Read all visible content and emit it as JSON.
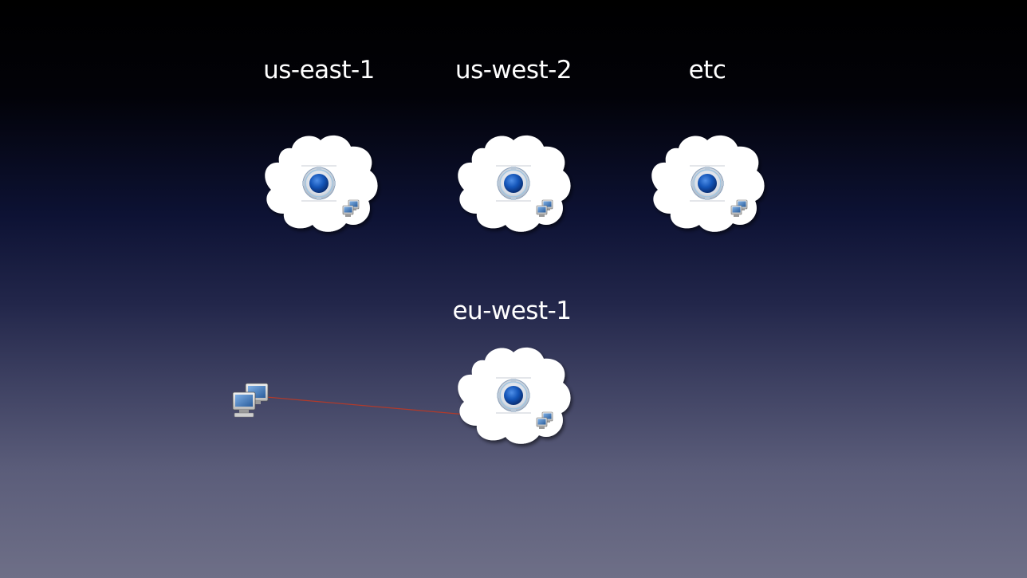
{
  "diagram": {
    "regions": [
      {
        "id": "us-east-1",
        "label": "us-east-1"
      },
      {
        "id": "us-west-2",
        "label": "us-west-2"
      },
      {
        "id": "etc",
        "label": "etc"
      },
      {
        "id": "eu-west-1",
        "label": "eu-west-1"
      }
    ],
    "connection": {
      "from": "client",
      "to": "eu-west-1",
      "color": "#b23a2a"
    }
  },
  "colors": {
    "cloud_fill": "#ffffff",
    "hub_blue": "#1455b8",
    "label_text": "#ffffff"
  },
  "icons": {
    "region_hub": "router-hub-icon",
    "region_server": "server-pair-icon",
    "client": "client-computers-icon"
  }
}
